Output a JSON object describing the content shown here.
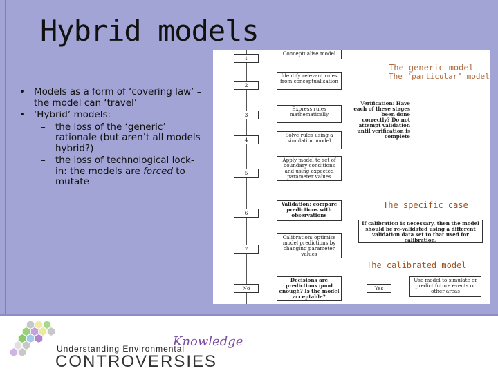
{
  "slide": {
    "title": "Hybrid models",
    "bullets": [
      {
        "text": "Models as a form of ‘covering law’ – the model can ‘travel’"
      },
      {
        "text": "‘Hybrid’ models:",
        "sub": [
          {
            "text": "the loss of the ‘generic’ rationale (but aren’t all models hybrid?)"
          },
          {
            "text": "the loss of technological lock-in: the models are forced to mutate",
            "emph": "forced"
          }
        ]
      }
    ]
  },
  "flowchart": {
    "steps": [
      {
        "num": "1",
        "text": "Conceptualise model"
      },
      {
        "num": "2",
        "text": "Identify relevant rules from conceptualisation"
      },
      {
        "num": "3",
        "text": "Express rules mathematically"
      },
      {
        "num": "4",
        "text": "Solve rules using a simulation model"
      },
      {
        "num": "5",
        "text": "Apply model to set of boundary conditions and using expected parameter values"
      },
      {
        "num": "6",
        "text": "Validation: compare predictions with observations"
      },
      {
        "num": "7",
        "text": "Calibration: optimise model predictions by changing parameter values"
      },
      {
        "num": "No",
        "text": "Decisions are predictions good enough? Is the model acceptable?"
      }
    ],
    "verification": "Verification: Have each of these stages been done correctly? Do not attempt validation until verification is complete",
    "calibration_note": "If calibration is necessary, then the model should be re-validated using a different validation data set to that used for calibration.",
    "yes_label": "Yes",
    "use_model": "Use model to simulate or predict future events or other areas",
    "overlay_top_a": "The generic model",
    "overlay_top_b": "The ‘particular’ model",
    "overlay_specific": "The specific case",
    "overlay_calibrated": "The calibrated model"
  },
  "logo": {
    "understanding": "Understanding Environmental",
    "knowledge": "Knowledge",
    "controversies": "CONTROVERSIES",
    "hex_colors": [
      "#c8c8c8",
      "#f0e9a8",
      "#a8d98a",
      "#9ad07a",
      "#c2a4d8",
      "#e9e9a0",
      "#c8c8c8",
      "#8fc96d",
      "#a5c9e8",
      "#b087cf",
      "#e0e0e0",
      "#c8c8c8",
      "#d0b4e4",
      "#c8c8c8"
    ]
  }
}
